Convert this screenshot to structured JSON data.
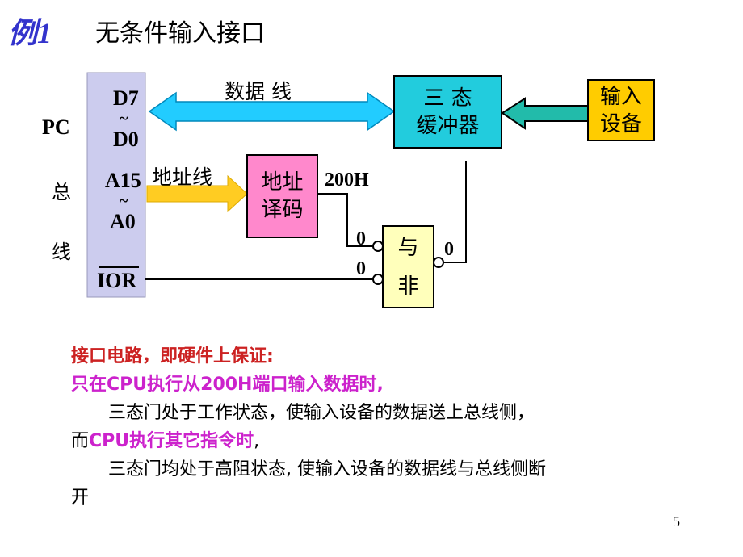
{
  "title": {
    "example": "例1",
    "text": "无条件输入接口"
  },
  "bus": {
    "pc": "PC",
    "zong": "总",
    "xian": "线",
    "d7": "D7",
    "tilde1": "~",
    "d0": "D0",
    "a15": "A15",
    "tilde2": "~",
    "a0": "A0",
    "ior": "IOR"
  },
  "labels": {
    "data_line": "数据 线",
    "addr_line": "地址线",
    "addr_200h": "200H",
    "zero1": "0",
    "zero2": "0",
    "zero3": "0"
  },
  "boxes": {
    "buffer": [
      "三 态",
      "缓冲器"
    ],
    "device": [
      "输入",
      "设备"
    ],
    "decoder": [
      "地址",
      "译码"
    ],
    "nand": [
      "与",
      "非"
    ]
  },
  "colors": {
    "bus": "#ccccee",
    "buffer": "#22ccdd",
    "device": "#ffcc00",
    "decoder": "#ff88cc",
    "nand": "#ffffbb",
    "data_arrow": "#22ccff",
    "addr_arrow": "#ffcc22",
    "dev_arrow": "#22bbaa"
  },
  "notes": {
    "l1": "接口电路，即硬件上保证:",
    "l2": "只在CPU执行从200H端口输入数据时,",
    "l3": "三态门处于工作状态，使输入设备的数据送上总线侧，",
    "l4a": "而",
    "l4b": "CPU执行其它指令时",
    "l4c": ",",
    "l5": "三态门均处于高阻状态, 使输入设备的数据线与总线侧断",
    "l6": "开"
  },
  "page_number": "5"
}
